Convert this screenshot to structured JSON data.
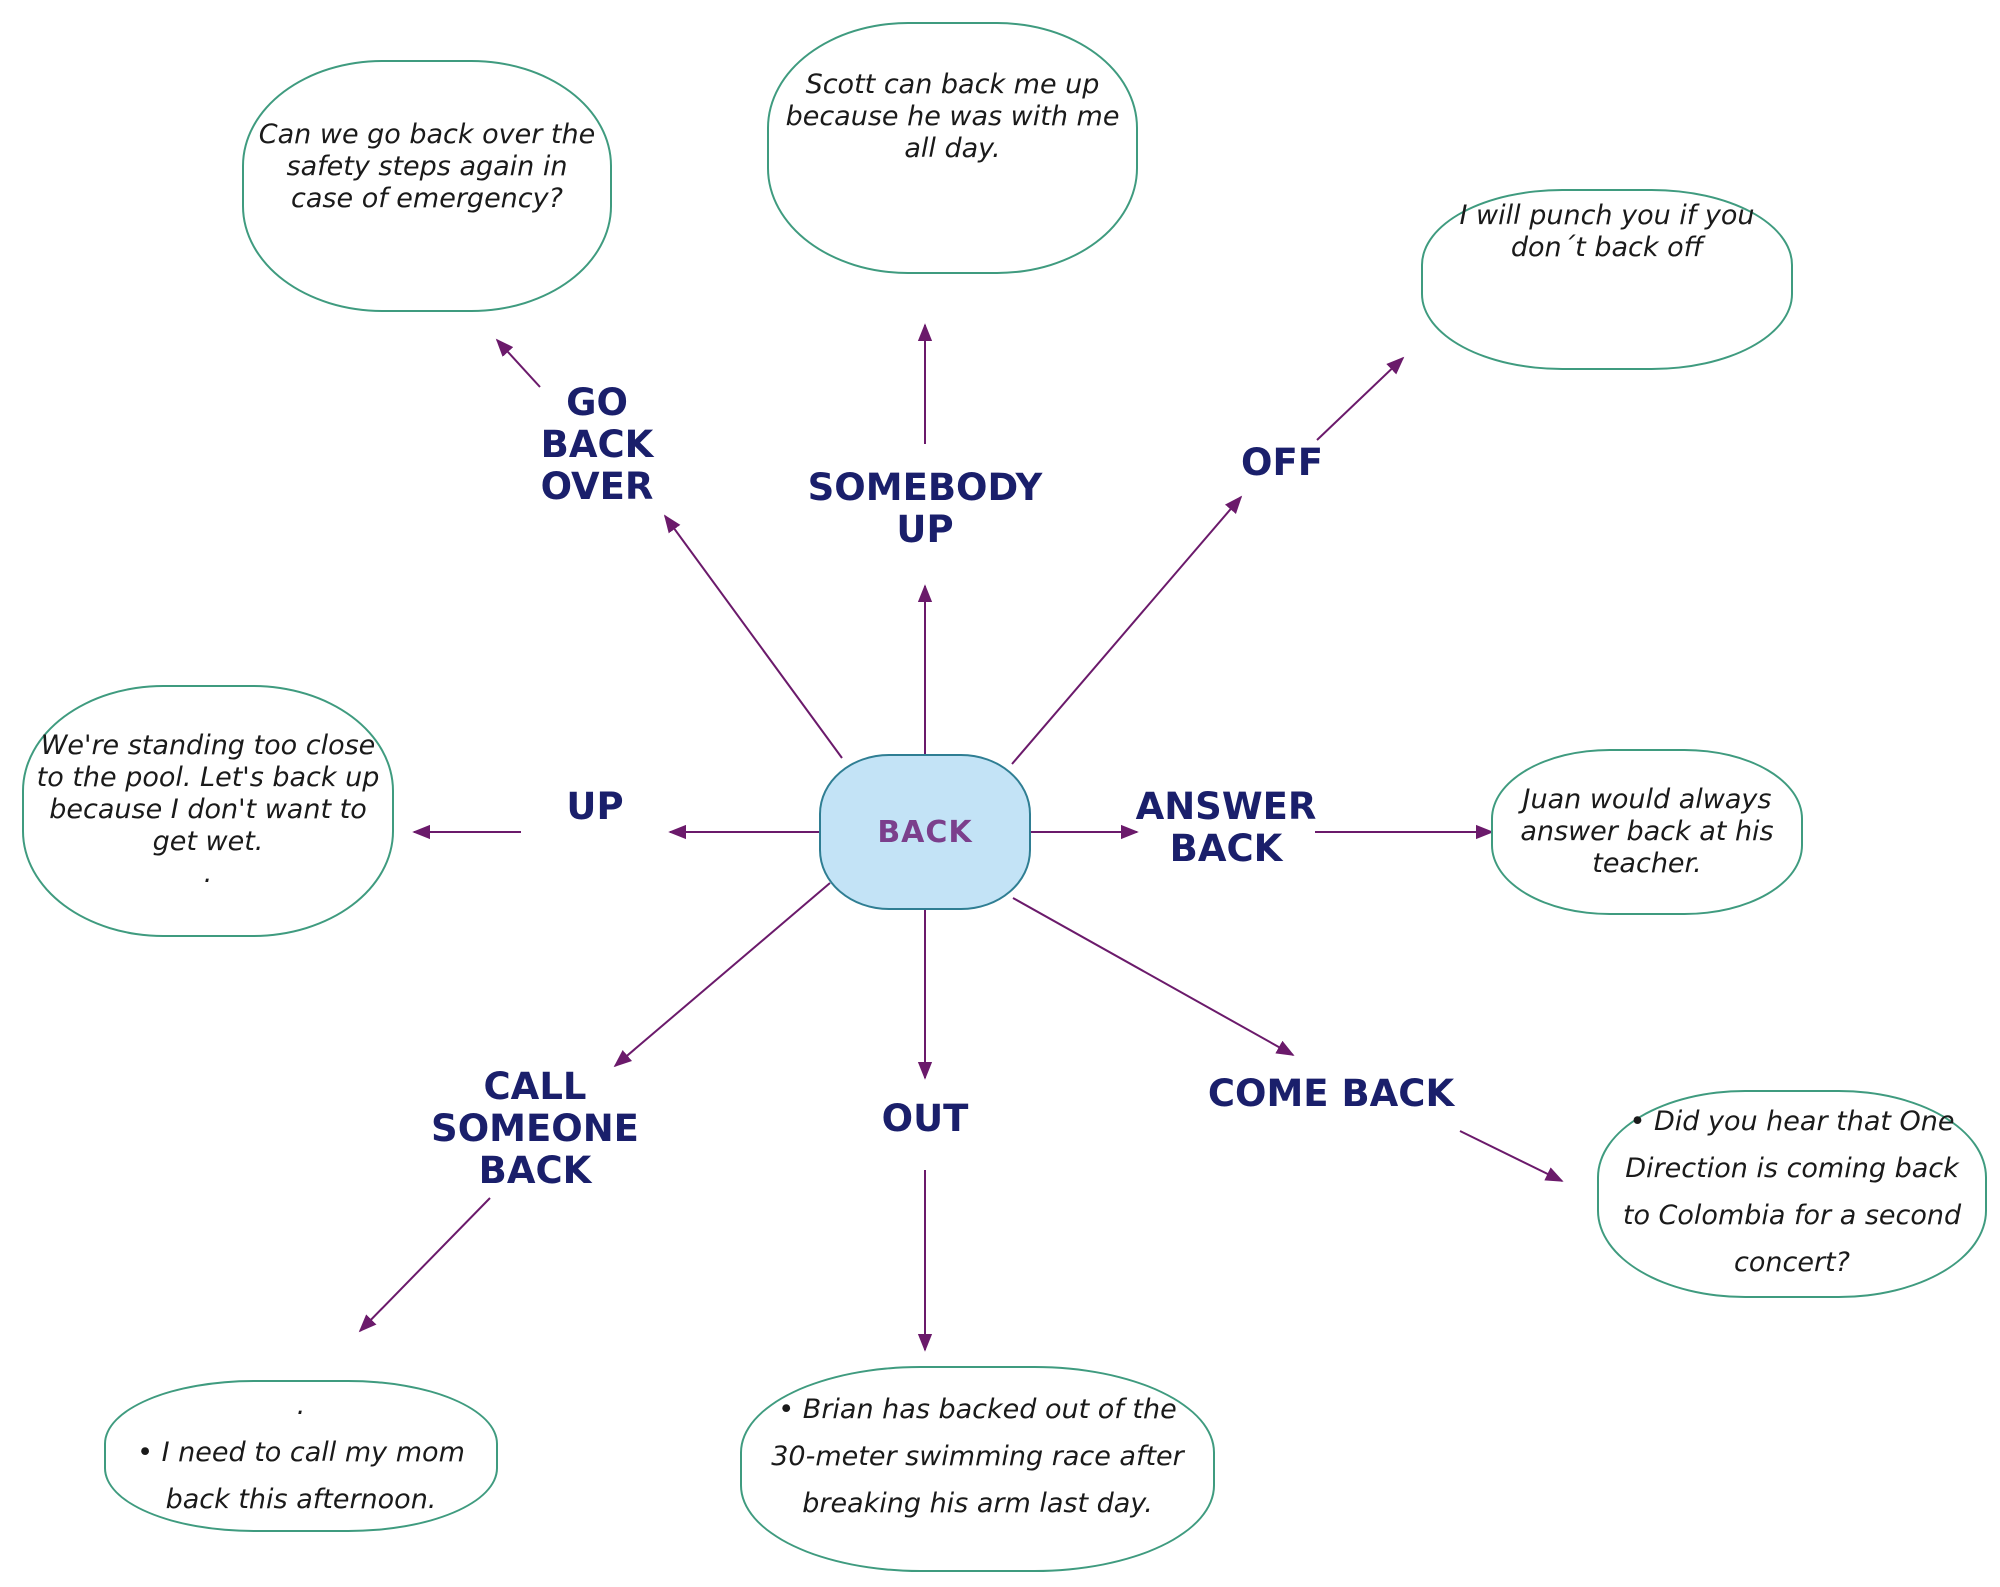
{
  "colors": {
    "arrow": "#6b1a6b",
    "bubble_border": "#3f9b7f",
    "center_fill": "#c3e3f6",
    "center_border": "#2f7e93",
    "center_text": "#7b3f8c",
    "category_text": "#1a1f6b"
  },
  "center": {
    "label": "BACK"
  },
  "categories": {
    "go_back_over": [
      "GO",
      "BACK",
      "OVER"
    ],
    "somebody_up": [
      "SOMEBODY",
      "UP"
    ],
    "off": [
      "OFF"
    ],
    "up": [
      "UP"
    ],
    "answer_back": [
      "ANSWER",
      "BACK"
    ],
    "call_someone_back": [
      "CALL",
      "SOMEONE",
      "BACK"
    ],
    "out": [
      "OUT"
    ],
    "come_back": [
      "COME BACK"
    ]
  },
  "examples": {
    "go_back_over": [
      "Can we go back over the",
      "safety steps again in",
      "case of emergency?"
    ],
    "somebody_up": [
      "Scott can back me up",
      "because he was with me",
      "all day."
    ],
    "off": [
      "I will punch you if you",
      "don´t back off"
    ],
    "up": [
      "We're standing too close",
      "to the pool. Let's back up",
      "because I don't want to",
      "get wet.",
      "."
    ],
    "answer_back": [
      "Juan would always",
      "answer back at his",
      "teacher."
    ],
    "call_someone_back": [
      ".",
      "• I need to call my mom",
      "back this afternoon."
    ],
    "out": [
      "• Brian has backed out of the",
      "30-meter swimming race after",
      "breaking his arm last day."
    ],
    "come_back": [
      "• Did you hear that One",
      "Direction is coming back",
      "to Colombia for a second",
      "concert?"
    ]
  }
}
